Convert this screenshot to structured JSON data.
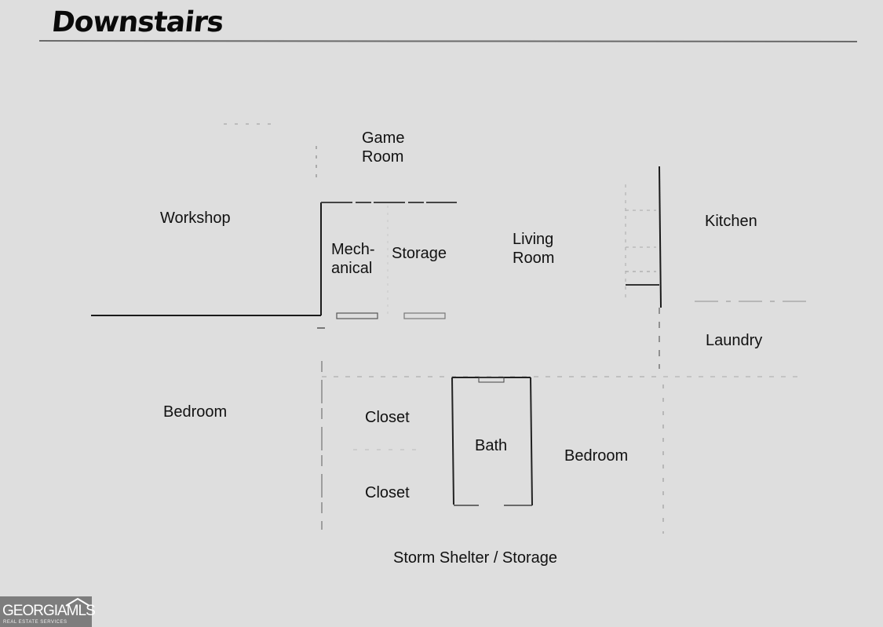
{
  "title": "Downstairs",
  "rooms": {
    "game_room": "Game\nRoom",
    "workshop": "Workshop",
    "mechanical": "Mech-\nanical",
    "storage": "Storage",
    "living_room": "Living\nRoom",
    "kitchen": "Kitchen",
    "laundry": "Laundry",
    "bedroom_left": "Bedroom",
    "closet_top": "Closet",
    "bath": "Bath",
    "bedroom_right": "Bedroom",
    "closet_bottom": "Closet",
    "storm_shelter": "Storm Shelter / Storage"
  },
  "logo": {
    "word": "GEORGIAMLS",
    "sub": "REAL ESTATE SERVICES"
  },
  "colors": {
    "background": "#dedede",
    "wall": "#1a1a1a",
    "faint_wall": "#9a9a9a",
    "logo_bg": "#7d7d7d"
  }
}
